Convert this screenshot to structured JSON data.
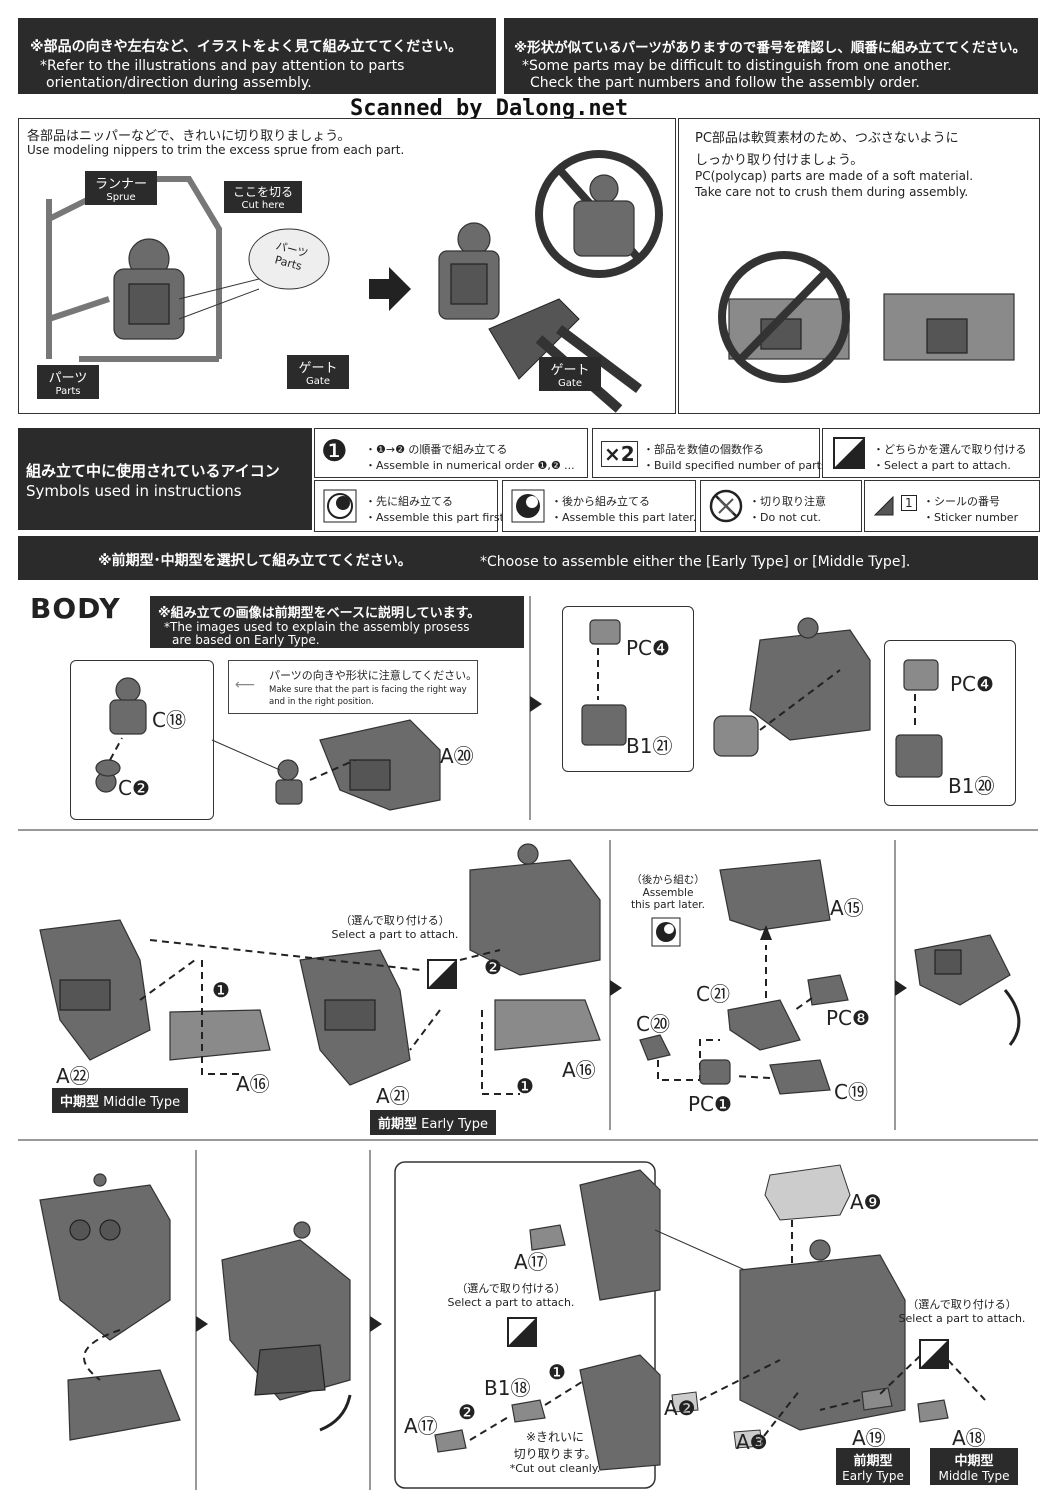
{
  "header": {
    "left_jp": "※部品の向きや左右など、イラストをよく見て組み立ててください。",
    "left_en1": "*Refer to the illustrations and pay attention to parts",
    "left_en2": "orientation/direction during assembly.",
    "right_jp": "※形状が似ているパーツがありますので番号を確認し、順番に組み立ててください。",
    "right_en1": "*Some parts may be difficult to distinguish from one another.",
    "right_en2": "Check the part numbers and follow the assembly order."
  },
  "watermark": "Scanned by Dalong.net",
  "nipper": {
    "jp": "各部品はニッパーなどで、きれいに切り取りましょう。",
    "en": "Use modeling nippers to trim the excess sprue from each part.",
    "sprue_jp": "ランナー",
    "sprue_en": "Sprue",
    "cut_jp": "ここを切る",
    "cut_en": "Cut here",
    "parts_jp": "パーツ",
    "parts_en": "Parts",
    "gate_jp": "ゲート",
    "gate_en": "Gate",
    "parts2_jp": "パーツ",
    "parts2_en": "Parts",
    "gate2_jp": "ゲート",
    "gate2_en": "Gate"
  },
  "pc": {
    "jp1": "PC部品は軟質素材のため、つぶさないように",
    "jp2": "しっかり取り付けましょう。",
    "en1": "PC(polycap) parts are made of a soft material.",
    "en2": "Take care not to crush them during assembly."
  },
  "symbols": {
    "title_jp": "組み立て中に使用されているアイコン",
    "title_en": "Symbols used in instructions",
    "s1_jp": "・❶→❷ の順番で組み立てる",
    "s1_en": "・Assemble in numerical order ❶,❷ ...",
    "s1_icon": "❶",
    "s2_jp": "・部品を数値の個数作る",
    "s2_en": "・Build specified number of parts.",
    "s2_icon": "×2",
    "s3_jp": "・どちらかを選んで取り付ける",
    "s3_en": "・Select a part to attach.",
    "s4_jp": "・先に組み立てる",
    "s4_en": "・Assemble this part first.",
    "s5_jp": "・後から組み立てる",
    "s5_en": "・Assemble this part later.",
    "s6_jp": "・切り取り注意",
    "s6_en": "・Do not cut.",
    "s7_jp": "・シールの番号",
    "s7_en": "・Sticker number",
    "s7_num": "1"
  },
  "choose": {
    "jp": "※前期型･中期型を選択して組み立ててください。",
    "en": "*Choose to assemble either the [Early Type] or [Middle Type]."
  },
  "body": {
    "title": "BODY",
    "note_jp": "※組み立ての画像は前期型をベースに説明しています。",
    "note_en1": "*The images used to explain the assembly prosess",
    "note_en2": "are based on Early Type.",
    "orient_jp": "パーツの向きや形状に注意してください。",
    "orient_en1": "Make sure that the part is facing the right way",
    "orient_en2": "and in the right position."
  },
  "labels": {
    "c18": "C⑱",
    "c2": "C❷",
    "a20": "A⑳",
    "pc4a": "PC❹",
    "b1_21": "B1㉑",
    "pc4b": "PC❹",
    "b1_20": "B1⑳",
    "a22": "A㉒",
    "a16a": "A⑯",
    "a21": "A㉑",
    "a16b": "A⑯",
    "middle_jp": "中期型",
    "middle_en": "Middle Type",
    "early_jp": "前期型",
    "early_en": "Early Type",
    "select_jp": "（選んで取り付ける）",
    "select_en": "Select a part to attach.",
    "later_jp": "（後から組む）",
    "later_en1": "Assemble",
    "later_en2": "this part later.",
    "a15": "A⑮",
    "c21": "C㉑",
    "c20": "C⑳",
    "pc8": "PC❽",
    "pc1": "PC❶",
    "c19": "C⑲",
    "a17a": "A⑰",
    "select2_jp": "（選んで取り付ける）",
    "select2_en": "Select a part to attach.",
    "b1_18": "B1⑱",
    "a17b": "A⑰",
    "cut_jp1": "※きれいに",
    "cut_jp2": "切り取ります。",
    "cut_en": "*Cut out cleanly.",
    "a9": "A❾",
    "select3_jp": "（選んで取り付ける）",
    "select3_en": "Select a part to attach.",
    "a2": "A❷",
    "a3": "A❸",
    "a19": "A⑲",
    "a18": "A⑱",
    "early2_jp": "前期型",
    "early2_en": "Early Type",
    "middle2_jp": "中期型",
    "middle2_en": "Middle Type"
  },
  "colors": {
    "dark": "#2b2b2b",
    "part": "#6b6b6b"
  }
}
